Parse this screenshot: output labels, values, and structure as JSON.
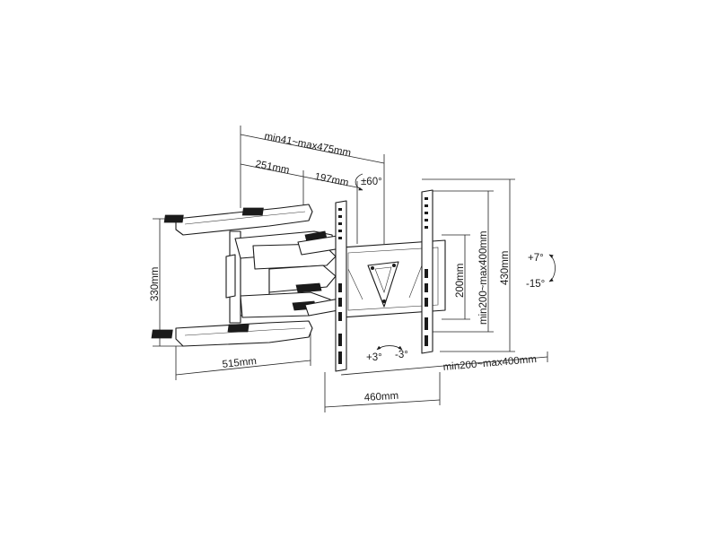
{
  "labels": {
    "arm_extension": "min41~max475mm",
    "arm_length_a": "251mm",
    "arm_length_b": "197mm",
    "swivel": "±60°",
    "wall_plate_height": "330mm",
    "wall_plate_width": "515mm",
    "vesa_v_inner": "200mm",
    "vesa_v_range": "min200~max400mm",
    "height_total": "430mm",
    "tilt_up": "+7°",
    "tilt_down": "-15°",
    "rotate_pos": "+3°",
    "rotate_neg": "-3°",
    "vesa_h_range": "min200~max400mm",
    "bracket_width": "460mm"
  },
  "colors": {
    "ink": "#1a1a1a",
    "background": "#ffffff"
  }
}
